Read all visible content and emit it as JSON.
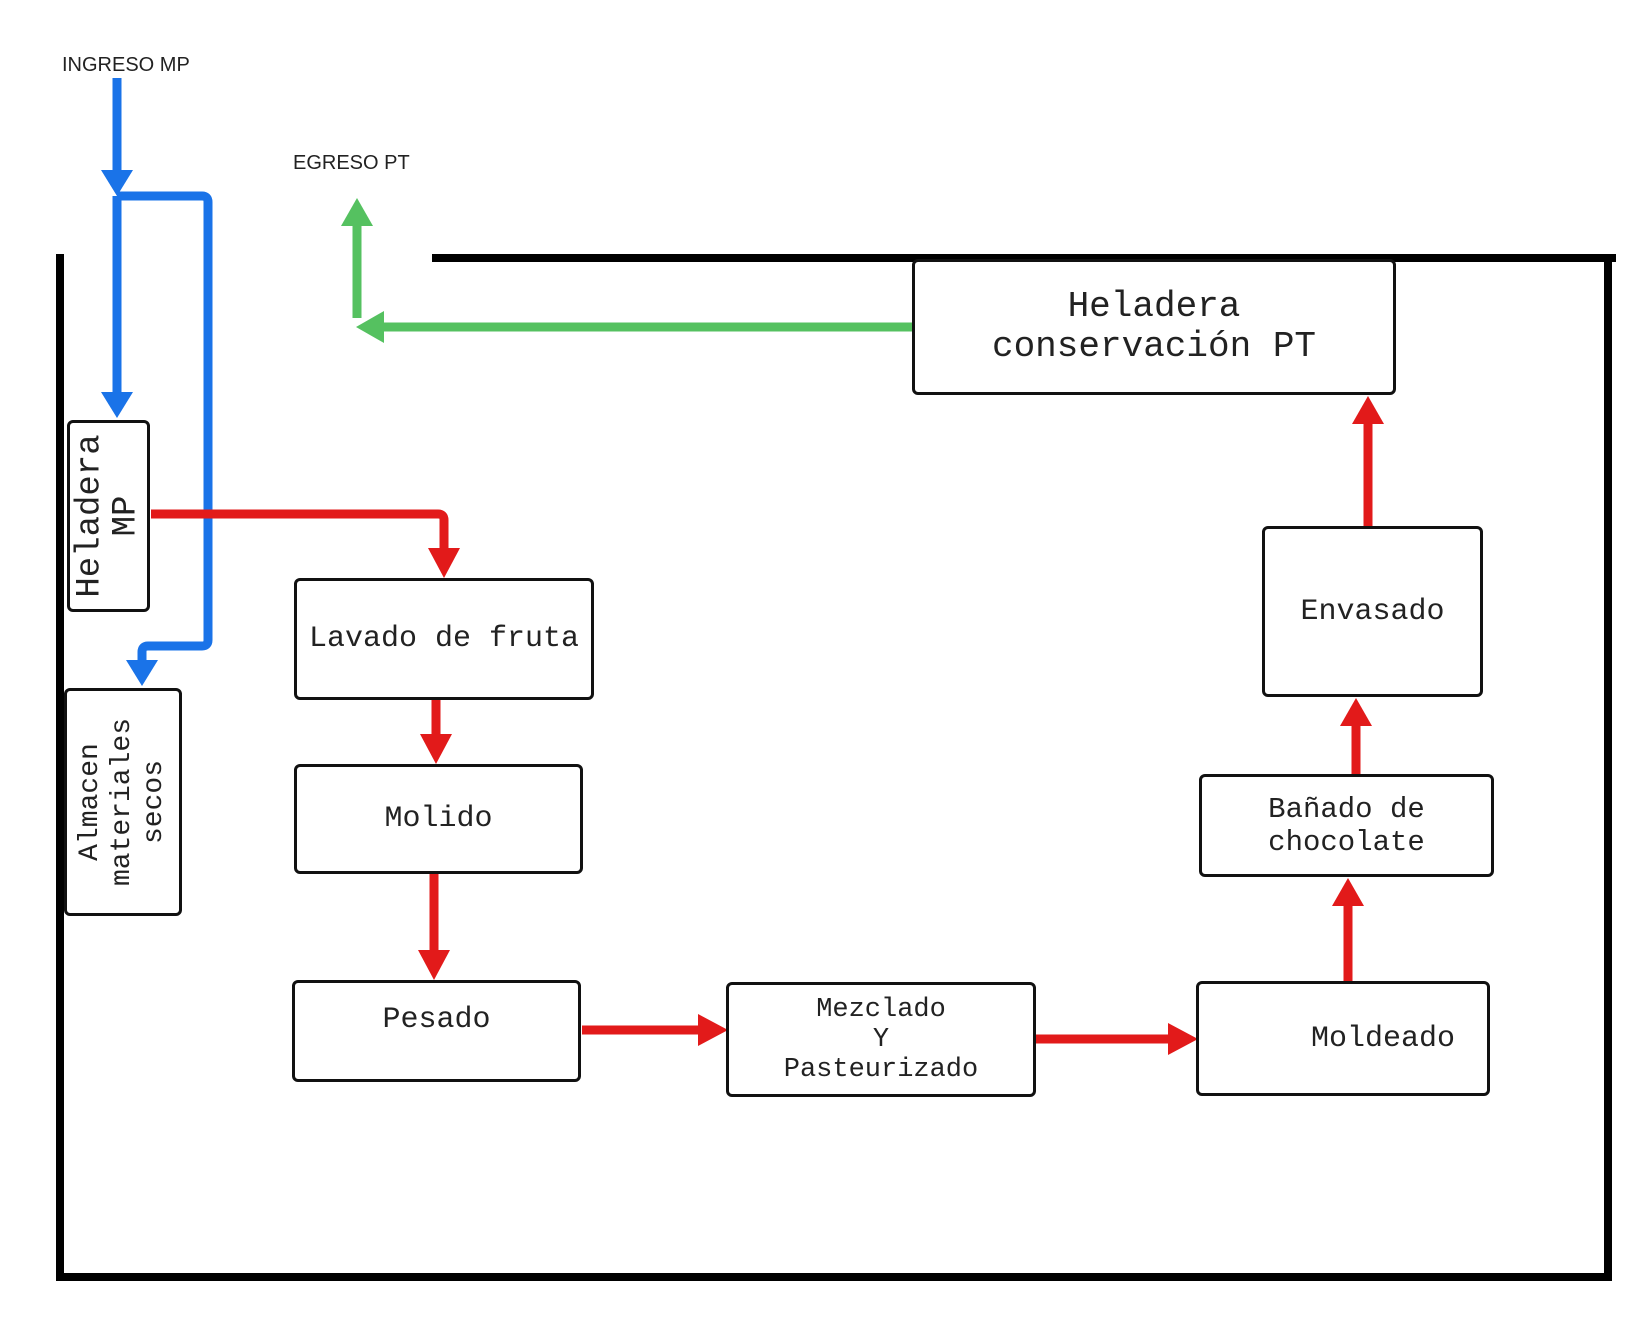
{
  "flow_labels": {
    "ingreso": "INGRESO MP",
    "egreso": "EGRESO PT"
  },
  "boxes": {
    "heladera_mp": "Heladera\nMP",
    "almacen": "Almacen\nmateriales\nsecos",
    "lavado": "Lavado de fruta",
    "molido": "Molido",
    "pesado": "Pesado",
    "mezclado": "Mezclado\nY\nPasteurizado",
    "moldeado": "Moldeado",
    "banado": "Bañado de\nchocolate",
    "envasado": "Envasado",
    "heladera_pt": "Heladera\nconservación PT"
  },
  "colors": {
    "raw_material_flow": "#1a73e8",
    "process_flow": "#e21a1a",
    "product_out_flow": "#55c160",
    "walls": "#000000"
  }
}
